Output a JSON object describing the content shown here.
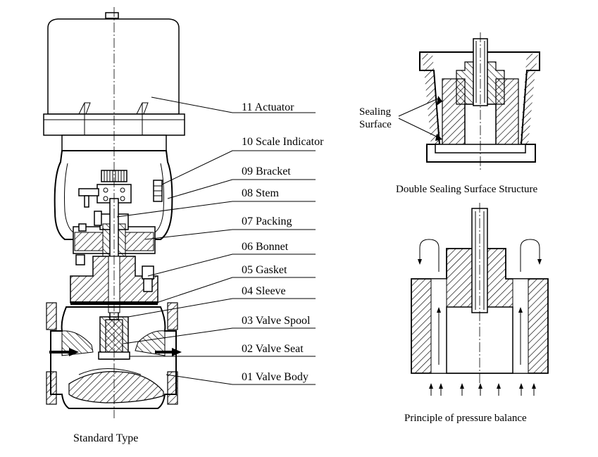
{
  "parts": [
    {
      "id": "11",
      "name": "Actuator"
    },
    {
      "id": "10",
      "name": "Scale Indicator"
    },
    {
      "id": "09",
      "name": "Bracket"
    },
    {
      "id": "08",
      "name": "Stem"
    },
    {
      "id": "07",
      "name": "Packing"
    },
    {
      "id": "06",
      "name": "Bonnet"
    },
    {
      "id": "05",
      "name": "Gasket"
    },
    {
      "id": "04",
      "name": "Sleeve"
    },
    {
      "id": "03",
      "name": "Valve Spool"
    },
    {
      "id": "02",
      "name": "Valve Seat"
    },
    {
      "id": "01",
      "name": "Valve Body"
    }
  ],
  "captions": {
    "standard": "Standard Type",
    "double_sealing": "Double Sealing Surface Structure",
    "pressure_balance": "Principle of pressure balance"
  },
  "sealing_label": [
    "Sealing",
    "Surface"
  ],
  "icons": [
    "flow-arrow-icon",
    "pressure-arrow-icon"
  ]
}
